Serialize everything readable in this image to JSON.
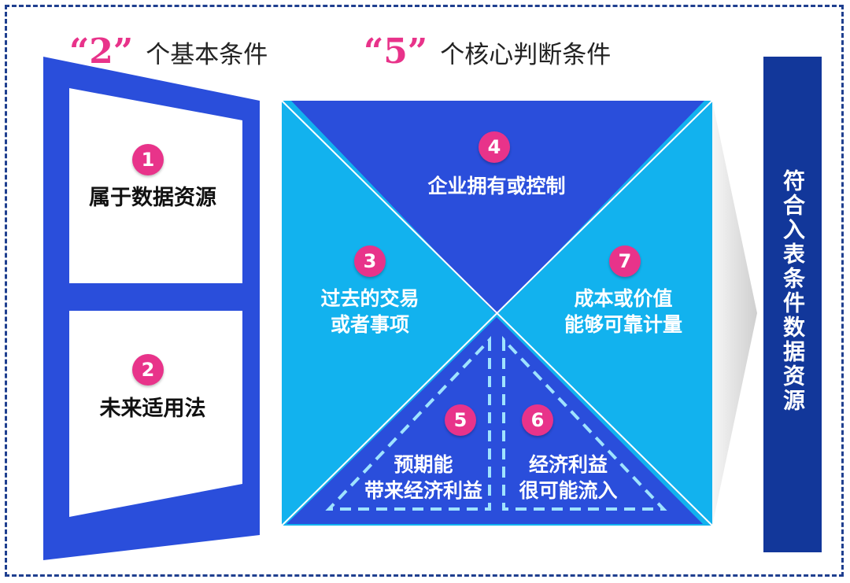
{
  "headings": {
    "basic": {
      "number": "“2”",
      "text": "个基本条件"
    },
    "core": {
      "number": "“5”",
      "text": "个核心判断条件"
    }
  },
  "conditions": [
    {
      "number": "1",
      "text": "属于数据资源"
    },
    {
      "number": "2",
      "text": "未来适用法"
    },
    {
      "number": "3",
      "lines": [
        "过去的交易",
        "或者事项"
      ]
    },
    {
      "number": "4",
      "text": "企业拥有或控制"
    },
    {
      "number": "5",
      "lines": [
        "预期能",
        "带来经济利益"
      ]
    },
    {
      "number": "6",
      "lines": [
        "经济利益",
        "很可能流入"
      ]
    },
    {
      "number": "7",
      "lines": [
        "成本或价值",
        "能够可靠计量"
      ]
    }
  ],
  "result": {
    "text": "符合入表条件数据资源"
  },
  "colors": {
    "blue": "#2a4edb",
    "light_blue": "#12b2ee",
    "navy": "#12379a",
    "pink": "#e8338a",
    "dash": "#9fe3ff"
  }
}
